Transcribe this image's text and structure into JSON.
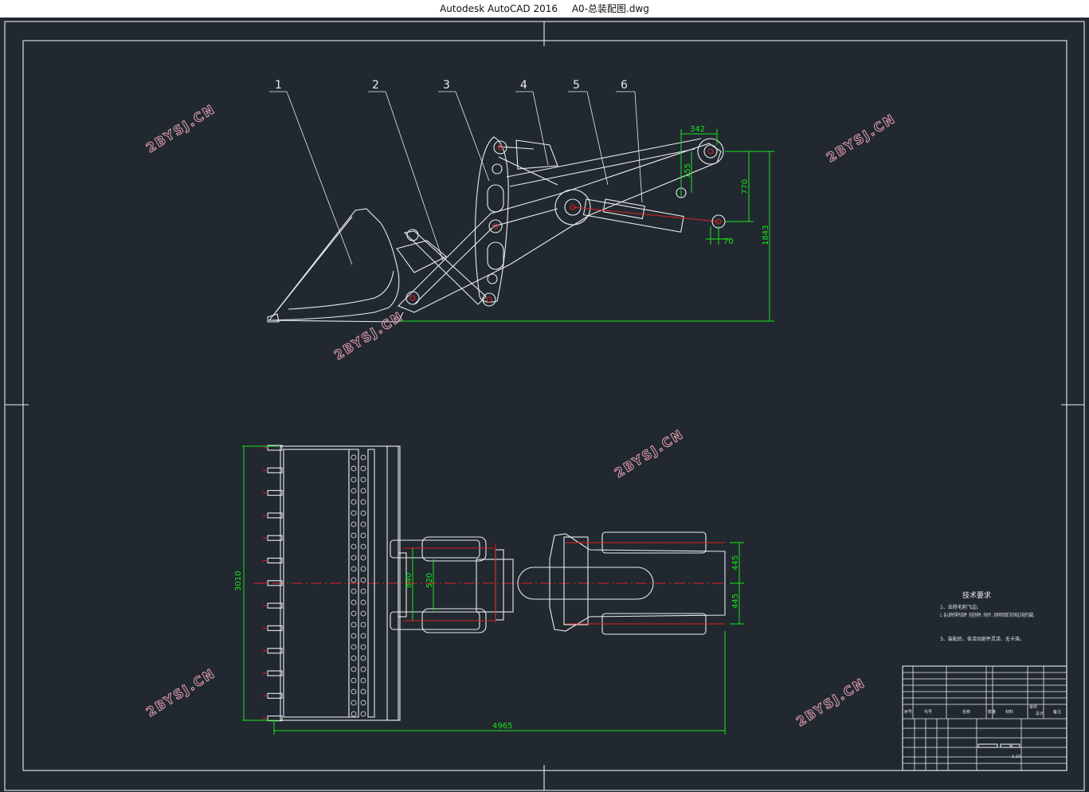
{
  "window": {
    "app_title": "Autodesk AutoCAD 2016",
    "file_name": "A0-总装配图.dwg"
  },
  "part_labels": [
    "1",
    "2",
    "3",
    "4",
    "5",
    "6"
  ],
  "dimensions": {
    "side_342": "342",
    "side_155": "155",
    "side_770": "770",
    "side_70": "70",
    "side_1843": "1843",
    "top_3010": "3010",
    "top_840": "840",
    "top_520": "520",
    "top_445a": "445",
    "top_445b": "445",
    "top_4965": "4965"
  },
  "tech_requirements": {
    "title": "技术要求",
    "items": [
      "1、去除毛刺飞边。",
      "2、装入部件的零件及部件（包括外购件、外协件），须具有检验部门的合格证方能进行装配。",
      "3、装配后，各活动部件灵活、无卡滞。"
    ]
  },
  "title_block": {
    "headers": [
      "序号",
      "代号",
      "名称",
      "数量",
      "材料",
      "单件",
      "总计",
      "备注"
    ],
    "scale": "1:10"
  },
  "watermark": "2BYSJ.CN"
}
